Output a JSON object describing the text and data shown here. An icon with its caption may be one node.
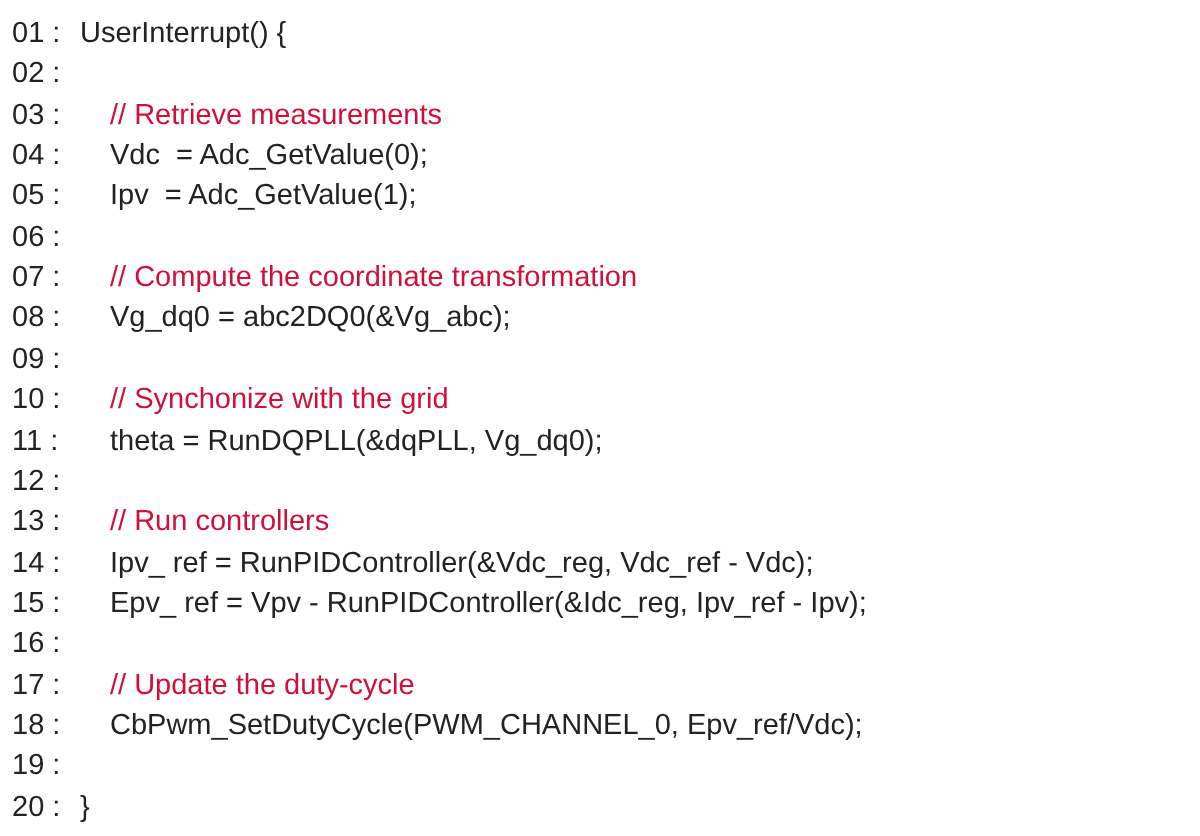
{
  "diagram": {
    "labels": [
      "01 :",
      "UserInterrupt() {",
      "02 :",
      "03 :",
      "// Retrieve measurements",
      "04 :",
      "Vdc  = Adc_GetValue(0);",
      "05 :",
      "Ipv  = Adc_GetValue(1);",
      "06 :",
      "07 :",
      "// Compute the coordinate transformation",
      "08 :",
      "Vg_dq0 = abc2DQ0(&Vg_abc);",
      "09 :",
      "10 :",
      "// Synchonize with the grid",
      "11 :",
      "theta = RunDQPLL(&dqPLL, Vg_dq0);",
      "12 :",
      "13 :",
      "// Run controllers",
      "14 :",
      "Ipv_ ref = RunPIDController(&Vdc_reg, Vdc_ref - Vdc);",
      "15 :",
      "Epv_ ref = Vpv - RunPIDController(&Idc_reg, Ipv_ref - Ipv);",
      "16 :",
      "17 :",
      "// Update the duty-cycle",
      "18 :",
      "CbPwm_SetDutyCycle(PWM_CHANNEL_0, Epv_ref/Vdc);",
      "19 :",
      "20 :",
      "}"
    ]
  }
}
